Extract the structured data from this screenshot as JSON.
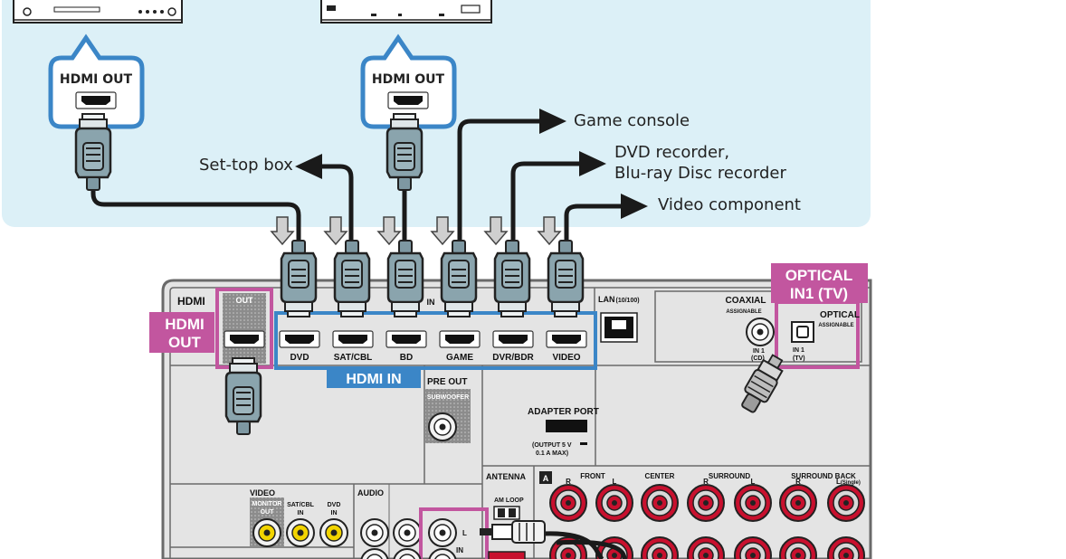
{
  "devices": {
    "left_callout": "HDMI OUT",
    "right_callout": "HDMI OUT"
  },
  "destinations": {
    "game_console": "Game console",
    "set_top_box": "Set-top box",
    "dvd_recorder_line1": "DVD recorder,",
    "dvd_recorder_line2": "Blu-ray Disc recorder",
    "video_component": "Video component"
  },
  "receiver": {
    "hdmi_label": "HDMI",
    "out_label": "OUT",
    "in_label": "IN",
    "hdmi_inputs": [
      "DVD",
      "SAT/CBL",
      "BD",
      "GAME",
      "DVR/BDR",
      "VIDEO"
    ],
    "lan_label": "LAN",
    "lan_sub": "(10/100)",
    "coaxial_label": "COAXIAL",
    "coaxial_sub": "ASSIGNABLE",
    "coaxial_in": "IN",
    "coaxial_in_num": "1",
    "coaxial_in_dev": "(CD)",
    "optical_label": "OPTICAL",
    "optical_sub": "ASSIGNABLE",
    "optical_in": "IN",
    "optical_in_num": "1",
    "optical_in_dev": "(TV)",
    "pre_out": "PRE OUT",
    "subwoofer": "SUBWOOFER",
    "adapter_port": "ADAPTER PORT",
    "adapter_spec1": "(OUTPUT 5 V",
    "adapter_spec2": "0.1 A MAX)",
    "antenna": "ANTENNA",
    "am_loop": "AM LOOP",
    "speaker_a": "A",
    "front": "FRONT",
    "center": "CENTER",
    "surround": "SURROUND",
    "surround_back": "SURROUND BACK",
    "single": "(Single)",
    "r": "R",
    "l": "L",
    "video": "VIDEO",
    "monitor_out1": "MONITOR",
    "monitor_out2": "OUT",
    "satcbl_in1": "SAT/CBL",
    "satcbl_in2": "IN",
    "dvd_in1": "DVD",
    "dvd_in2": "IN",
    "audio": "AUDIO",
    "audio_l": "L",
    "audio_in": "IN"
  },
  "tags": {
    "hdmi_out_line1": "HDMI",
    "hdmi_out_line2": "OUT",
    "hdmi_in": "HDMI IN",
    "optical_line1": "OPTICAL",
    "optical_line2": "IN1 (TV)"
  },
  "colors": {
    "panel_bg": "#dcf0f7",
    "receiver_gray": "#e4e4e4",
    "receiver_stroke": "#6a6a6a",
    "hdmi_blue": "#3b86c7",
    "pink": "#c2569f",
    "cable": "#1a1a1a",
    "plug_fill": "#8aa4ad",
    "speaker_red": "#c8102e",
    "rca_yellow": "#f2d400"
  }
}
